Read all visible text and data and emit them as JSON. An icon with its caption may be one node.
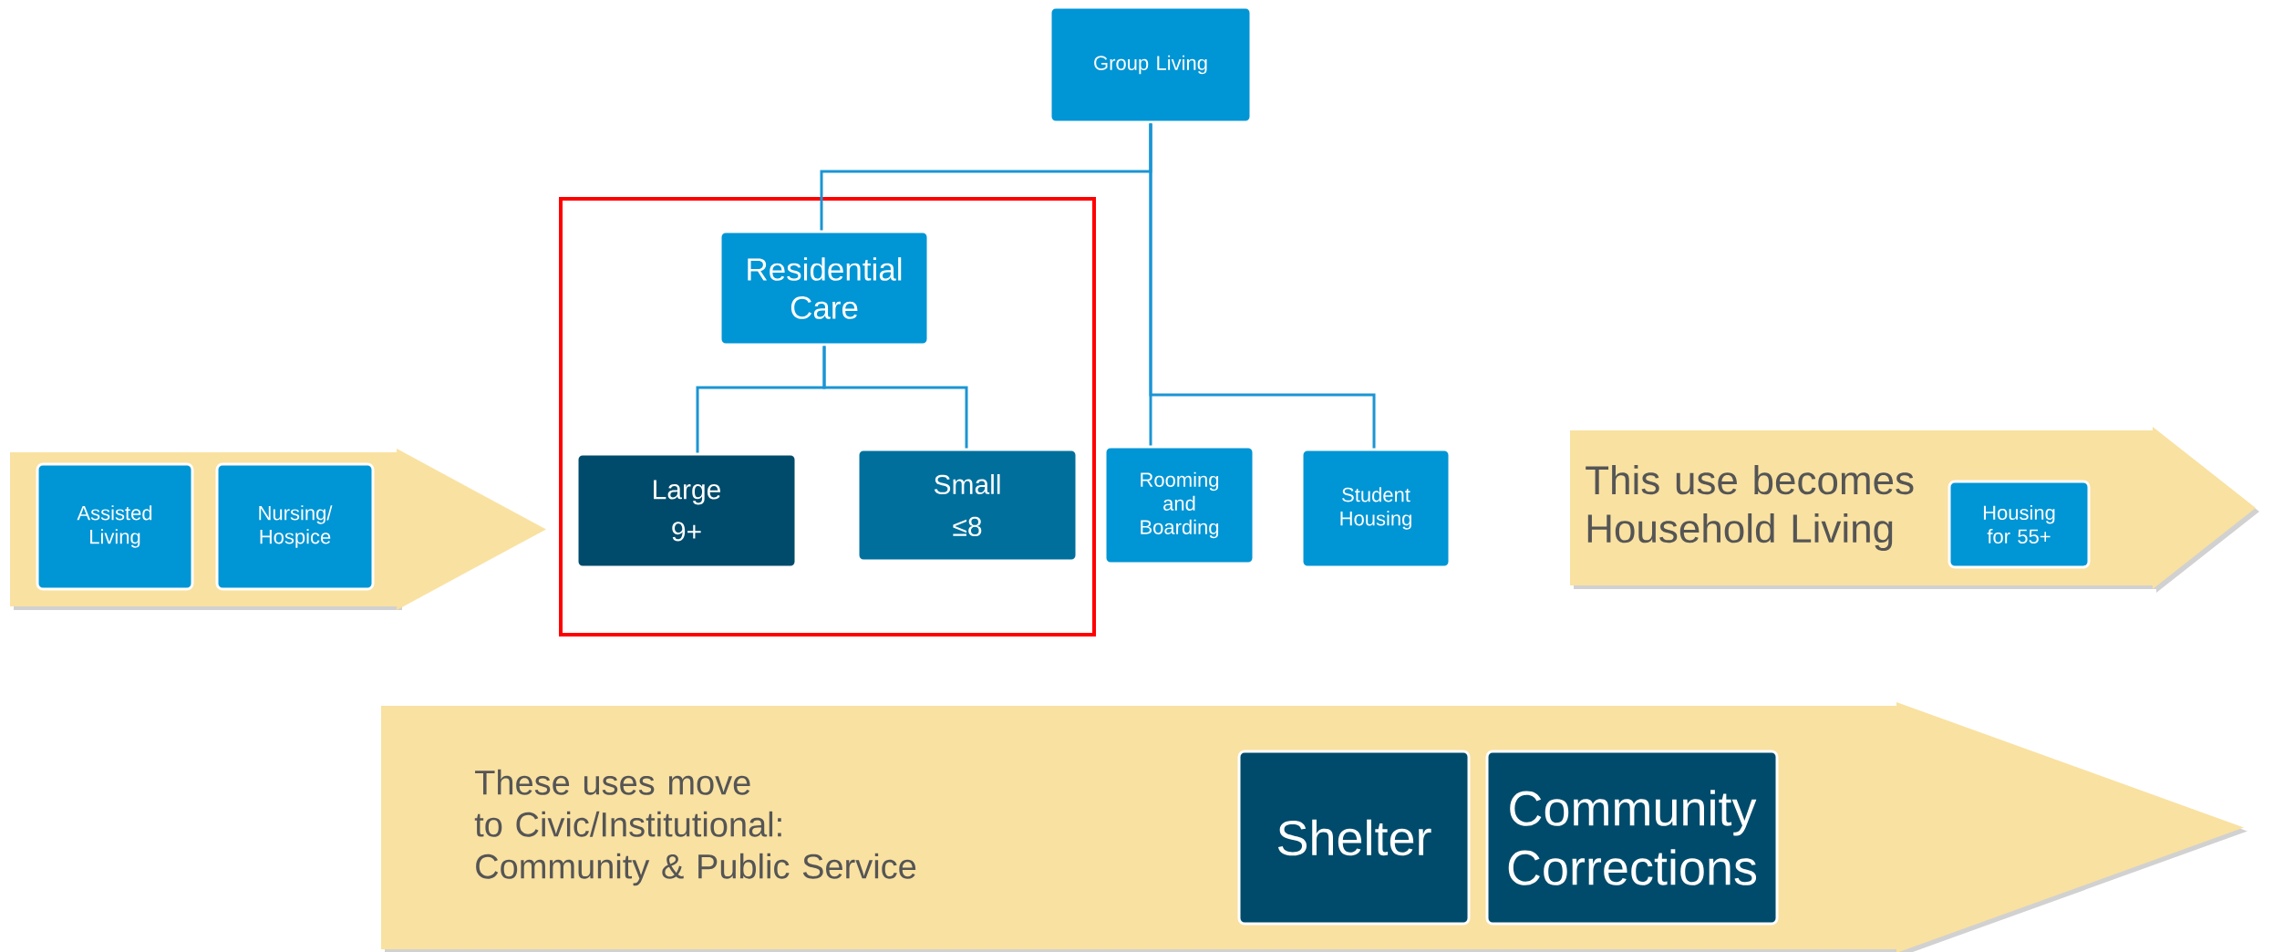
{
  "diagram": {
    "nodes": [
      {
        "text": [
          "Group Living"
        ]
      },
      {
        "text": [],
        "shape": "box"
      },
      {
        "text": [
          "Residential Care"
        ],
        "in": 1
      },
      {
        "text": [
          "Large",
          "9+"
        ],
        "in": 1
      },
      {
        "text": [
          "Small",
          "≤8"
        ],
        "in": 1
      },
      {
        "text": [
          "Rooming and Boarding"
        ]
      },
      {
        "text": [
          "Student Housing"
        ]
      },
      {
        "text": [],
        "shape": "arrow"
      },
      {
        "text": [
          "Assisted Living"
        ],
        "in": 7
      },
      {
        "text": [
          "Nursing/ Hospice"
        ],
        "in": 7
      },
      {
        "text": [
          "This use becomes Household Living"
        ]
      },
      {
        "text": [
          "Housing for 55+"
        ],
        "in": 10
      },
      {
        "text": [
          "These uses move to Civic/Institutional: Community & Public Service"
        ]
      },
      {
        "text": [
          "Shelter"
        ],
        "in": 12
      },
      {
        "text": [
          "Community Corrections"
        ],
        "in": 12
      }
    ],
    "edges": [
      {
        "from": 0,
        "to": 2,
        "arrow": "none"
      },
      {
        "from": 0,
        "to": 5,
        "arrow": "none"
      },
      {
        "from": 0,
        "to": 6,
        "arrow": "none"
      },
      {
        "from": 2,
        "to": 3,
        "arrow": "none"
      },
      {
        "from": 2,
        "to": 4,
        "arrow": "none"
      },
      {
        "from": 7,
        "to": 1,
        "arrow": "to"
      }
    ]
  }
}
